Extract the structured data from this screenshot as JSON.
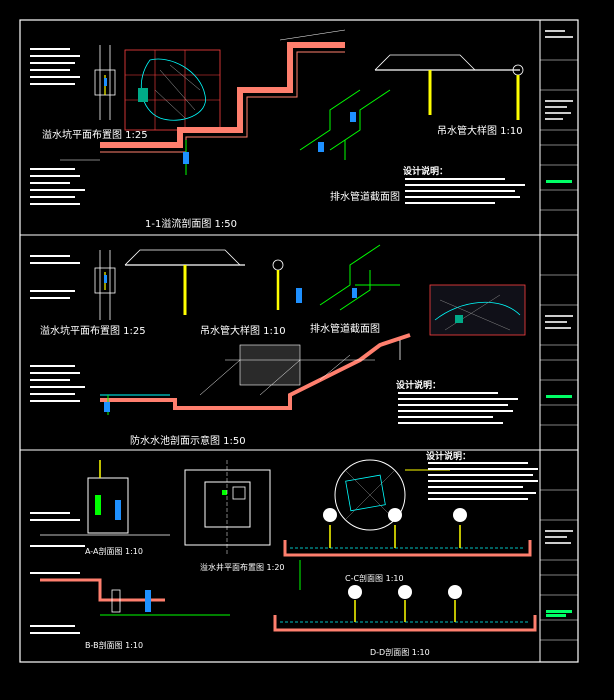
{
  "panels": {
    "top": {
      "plan_title": "溢水坑平面布置图 1:25",
      "section_title": "1-1溢流剖面图 1:50",
      "detail_title": "吊水管大样图 1:10",
      "drain_title": "排水管道截面图",
      "notes_title": "设计说明："
    },
    "middle": {
      "plan_title": "溢水坑平面布置图 1:25",
      "detail_title": "吊水管大样图 1:10",
      "drain_title": "排水管道截面图",
      "section_title": "防水水池剖面示意图 1:50",
      "notes_title": "设计说明："
    },
    "bottom": {
      "section_a_title": "A-A剖面图 1:10",
      "plan_title": "溢水井平面布置图 1:20",
      "section_b_title": "B-B剖面图 1:10",
      "section_c_title": "C-C剖面图 1:10",
      "section_d_title": "D-D剖面图 1:10",
      "notes_title": "设计说明："
    }
  },
  "colors": {
    "background": "#000000",
    "frame": "#ffffff",
    "pipe": "#ffff00",
    "wall": "#ff7f6e",
    "drain": "#00ff00",
    "water": "#1e90ff",
    "detail": "#00ffff",
    "title_block_text": "#00ff66"
  }
}
